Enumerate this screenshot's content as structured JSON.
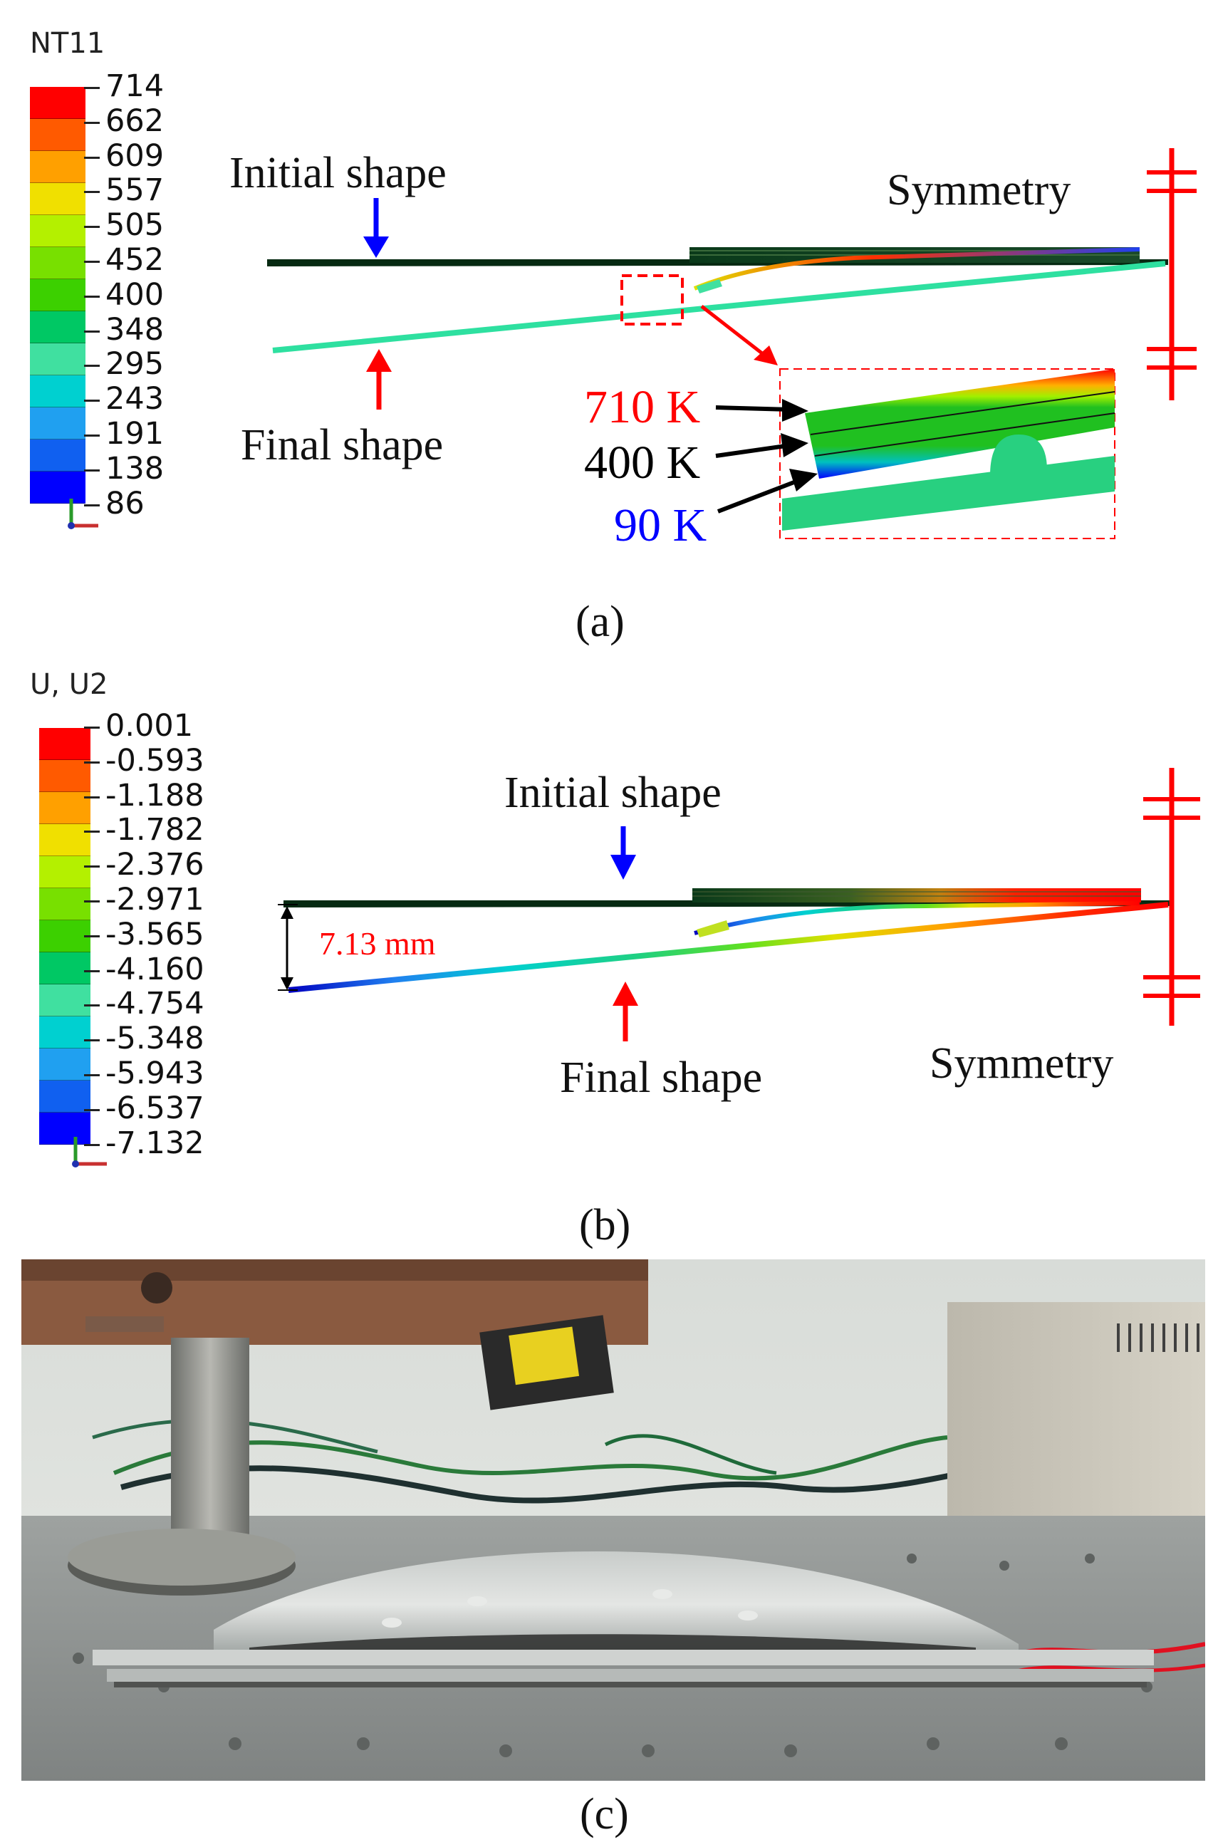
{
  "panel_a": {
    "legend_title": "NT11",
    "legend_values": [
      "714",
      "662",
      "609",
      "557",
      "505",
      "452",
      "400",
      "348",
      "295",
      "243",
      "191",
      "138",
      "86"
    ],
    "legend_colors": [
      "#ff0000",
      "#ff5a00",
      "#ffa000",
      "#f0e000",
      "#b4f000",
      "#78e000",
      "#3cd000",
      "#00c864",
      "#40e0a0",
      "#00d0d0",
      "#20a0f0",
      "#1060f0",
      "#0000ff"
    ],
    "initial_label": "Initial shape",
    "final_label": "Final shape",
    "symmetry_label": "Symmetry",
    "temp_high": "710 K",
    "temp_mid": "400 K",
    "temp_low": "90 K",
    "caption": "(a)"
  },
  "panel_b": {
    "legend_title": "U, U2",
    "legend_values": [
      "0.001",
      "-0.593",
      "-1.188",
      "-1.782",
      "-2.376",
      "-2.971",
      "-3.565",
      "-4.160",
      "-4.754",
      "-5.348",
      "-5.943",
      "-6.537",
      "-7.132"
    ],
    "legend_colors": [
      "#ff0000",
      "#ff5a00",
      "#ffa000",
      "#f0e000",
      "#b4f000",
      "#78e000",
      "#3cd000",
      "#00c864",
      "#40e0a0",
      "#00d0d0",
      "#20a0f0",
      "#1060f0",
      "#0000ff"
    ],
    "initial_label": "Initial shape",
    "final_label": "Final shape",
    "symmetry_label": "Symmetry",
    "displacement_label": "7.13 mm",
    "caption": "(b)"
  },
  "panel_c": {
    "caption": "(c)"
  },
  "colors": {
    "red": "#ff0000",
    "blue": "#0000ff",
    "black": "#000000"
  }
}
